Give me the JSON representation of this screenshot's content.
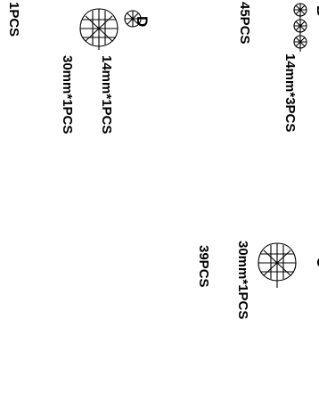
{
  "items": [
    {
      "letter": "B",
      "spec": "14mm*3PCS",
      "qty": "45PCS",
      "icon": "three-small-crystals-icon"
    },
    {
      "letter": "C",
      "spec": "30mm*1PCS",
      "qty": "39PCS",
      "icon": "large-crystal-drop-icon"
    },
    {
      "letter": "D",
      "spec": "14mm*1PCS",
      "spec2": "30mm*1PCS",
      "qty": "1PCS",
      "icon": "small-and-large-crystal-icon"
    }
  ]
}
